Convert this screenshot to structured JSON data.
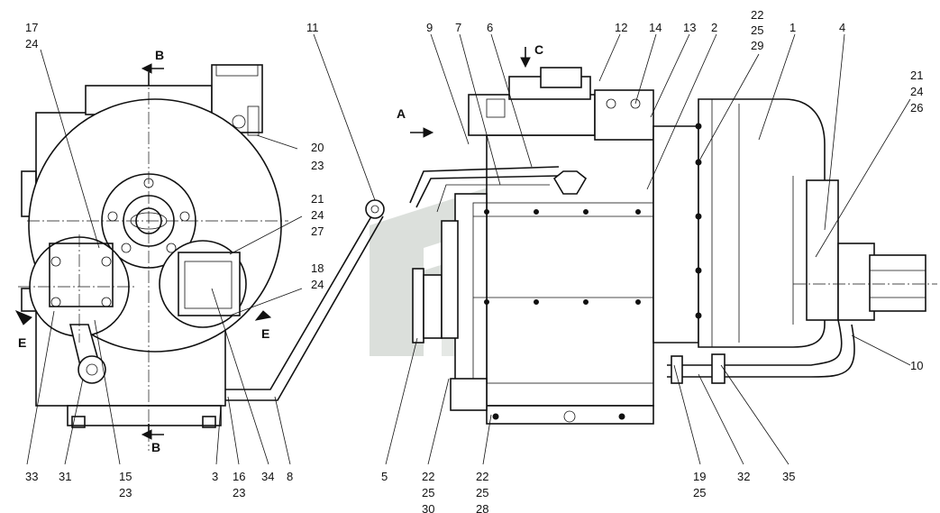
{
  "callouts_left": [
    {
      "id": "c-17-24",
      "lines": [
        "17",
        "24"
      ]
    },
    {
      "id": "c-11",
      "lines": [
        "11"
      ]
    },
    {
      "id": "c-20-23",
      "lines": [
        "20",
        "23"
      ]
    },
    {
      "id": "c-21-24-27",
      "lines": [
        "21",
        "24",
        "27"
      ]
    },
    {
      "id": "c-18-24",
      "lines": [
        "18",
        "24"
      ]
    },
    {
      "id": "c-33",
      "lines": [
        "33"
      ]
    },
    {
      "id": "c-31",
      "lines": [
        "31"
      ]
    },
    {
      "id": "c-15-23",
      "lines": [
        "15",
        "23"
      ]
    },
    {
      "id": "c-3",
      "lines": [
        "3"
      ]
    },
    {
      "id": "c-16-23",
      "lines": [
        "16",
        "23"
      ]
    },
    {
      "id": "c-34",
      "lines": [
        "34"
      ]
    },
    {
      "id": "c-8",
      "lines": [
        "8"
      ]
    }
  ],
  "callouts_right": [
    {
      "id": "c-9",
      "lines": [
        "9"
      ]
    },
    {
      "id": "c-7",
      "lines": [
        "7"
      ]
    },
    {
      "id": "c-6",
      "lines": [
        "6"
      ]
    },
    {
      "id": "c-12",
      "lines": [
        "12"
      ]
    },
    {
      "id": "c-14",
      "lines": [
        "14"
      ]
    },
    {
      "id": "c-13",
      "lines": [
        "13"
      ]
    },
    {
      "id": "c-2",
      "lines": [
        "2"
      ]
    },
    {
      "id": "c-22-25-29",
      "lines": [
        "22",
        "25",
        "29"
      ]
    },
    {
      "id": "c-1",
      "lines": [
        "1"
      ]
    },
    {
      "id": "c-4",
      "lines": [
        "4"
      ]
    },
    {
      "id": "c-21-24-26",
      "lines": [
        "21",
        "24",
        "26"
      ]
    },
    {
      "id": "c-10",
      "lines": [
        "10"
      ]
    },
    {
      "id": "c-5",
      "lines": [
        "5"
      ]
    },
    {
      "id": "c-22-25-30",
      "lines": [
        "22",
        "25",
        "30"
      ]
    },
    {
      "id": "c-22-25-28",
      "lines": [
        "22",
        "25",
        "28"
      ]
    },
    {
      "id": "c-19-25",
      "lines": [
        "19",
        "25"
      ]
    },
    {
      "id": "c-32",
      "lines": [
        "32"
      ]
    },
    {
      "id": "c-35",
      "lines": [
        "35"
      ]
    }
  ],
  "view_markers": {
    "b_top": "B",
    "b_bottom": "B",
    "e_left": "E",
    "e_right": "E",
    "a": "A",
    "c": "C"
  }
}
